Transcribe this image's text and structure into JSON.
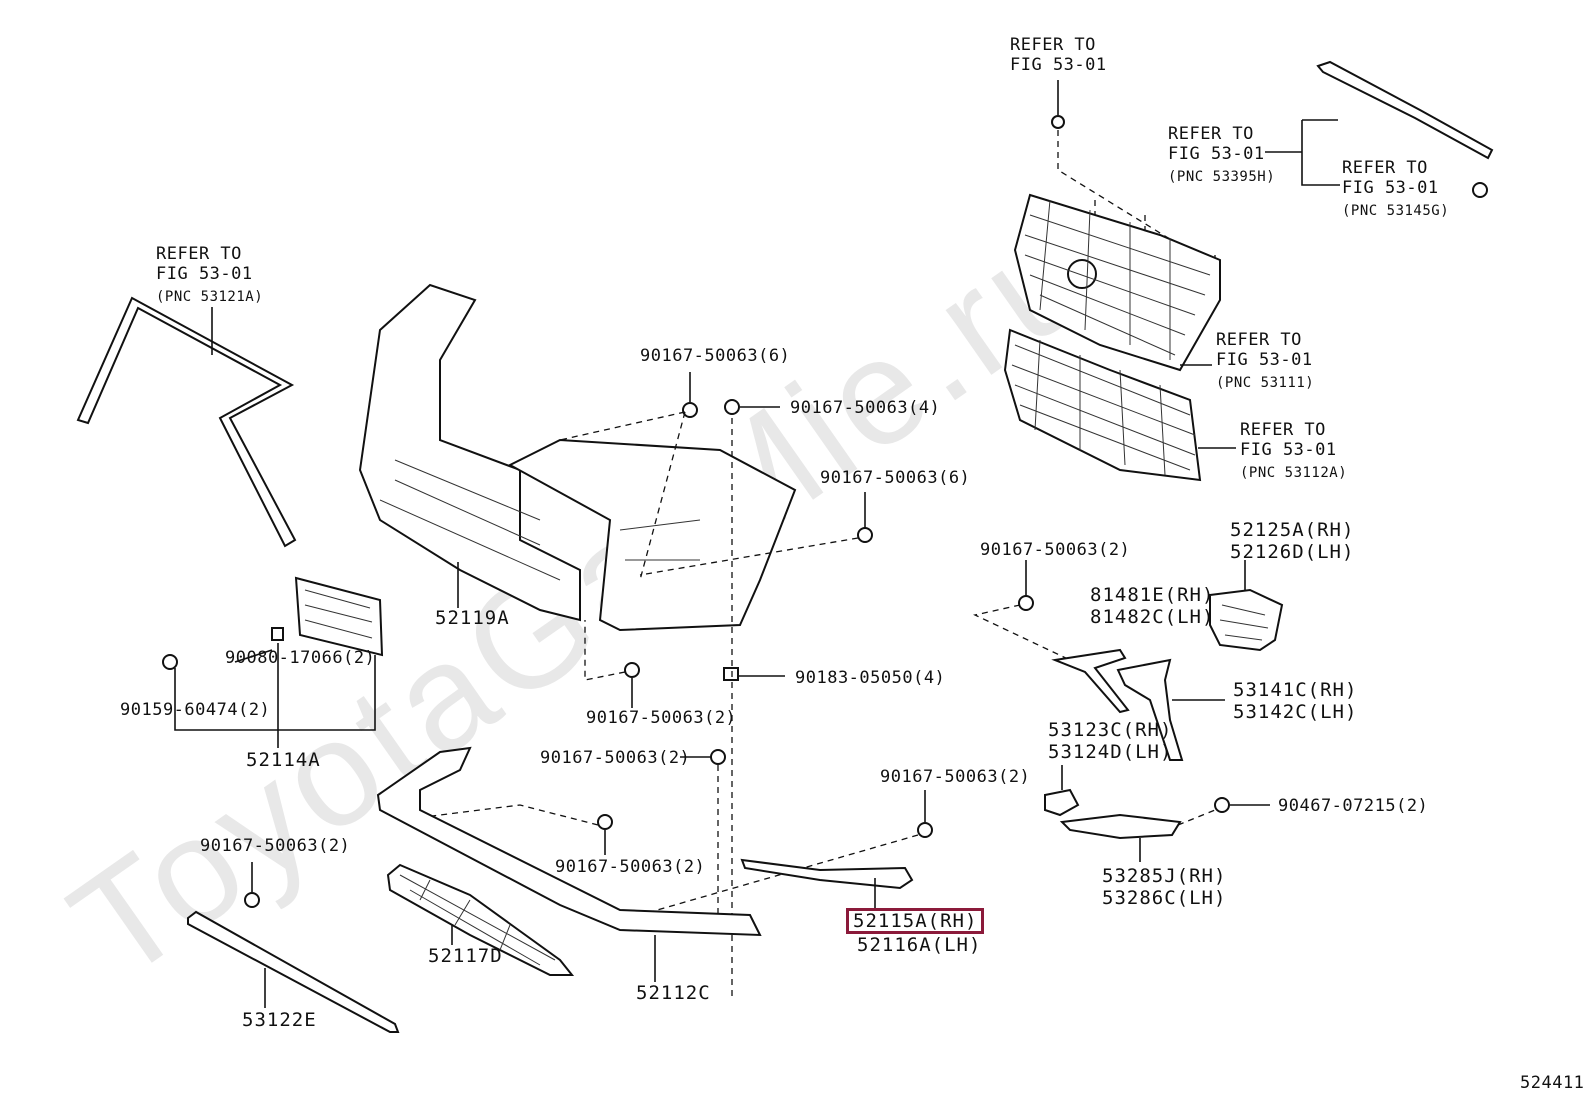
{
  "watermark": "ToyotaGarMie.ru",
  "figure_number": "524411",
  "refs": {
    "molding_left": [
      "REFER TO",
      "FIG 53-01",
      "(PNC 53121A)"
    ],
    "top_clip": [
      "REFER TO",
      "FIG 53-01"
    ],
    "upper_molding": [
      "REFER TO",
      "FIG 53-01",
      "(PNC 53395H)"
    ],
    "clip_right": [
      "REFER TO",
      "FIG 53-01",
      "(PNC 53145G)"
    ],
    "grille_upper": [
      "REFER TO",
      "FIG 53-01",
      "(PNC 53111)"
    ],
    "grille_lower": [
      "REFER TO",
      "FIG 53-01",
      "(PNC 53112A)"
    ]
  },
  "parts": {
    "p52119A": "52119A",
    "p52114A": "52114A",
    "p90080": "90080-17066(2)",
    "p90159": "90159-60474(2)",
    "s_top6": "90167-50063(6)",
    "s_top4": "90167-50063(4)",
    "s_right6": "90167-50063(6)",
    "s_mid2": "90167-50063(2)",
    "p90183": "90183-05050(4)",
    "s_low2a": "90167-50063(2)",
    "s_low2b": "90167-50063(2)",
    "s_low2c": "90167-50063(2)",
    "s_left2": "90167-50063(2)",
    "s_r2": "90167-50063(2)",
    "p52117D": "52117D",
    "p52112C": "52112C",
    "p53122E": "53122E",
    "p52115A": "52115A(RH)",
    "p52116A": "52116A(LH)",
    "p52125A": "52125A(RH)",
    "p52126D": "52126D(LH)",
    "p81481E": "81481E(RH)",
    "p81482C": "81482C(LH)",
    "p53141C": "53141C(RH)",
    "p53142C": "53142C(LH)",
    "p53123C": "53123C(RH)",
    "p53124D": "53124D(LH)",
    "p90467": "90467-07215(2)",
    "p53285J": "53285J(RH)",
    "p53286C": "53286C(LH)"
  },
  "highlight_color": "#8b1a3a"
}
